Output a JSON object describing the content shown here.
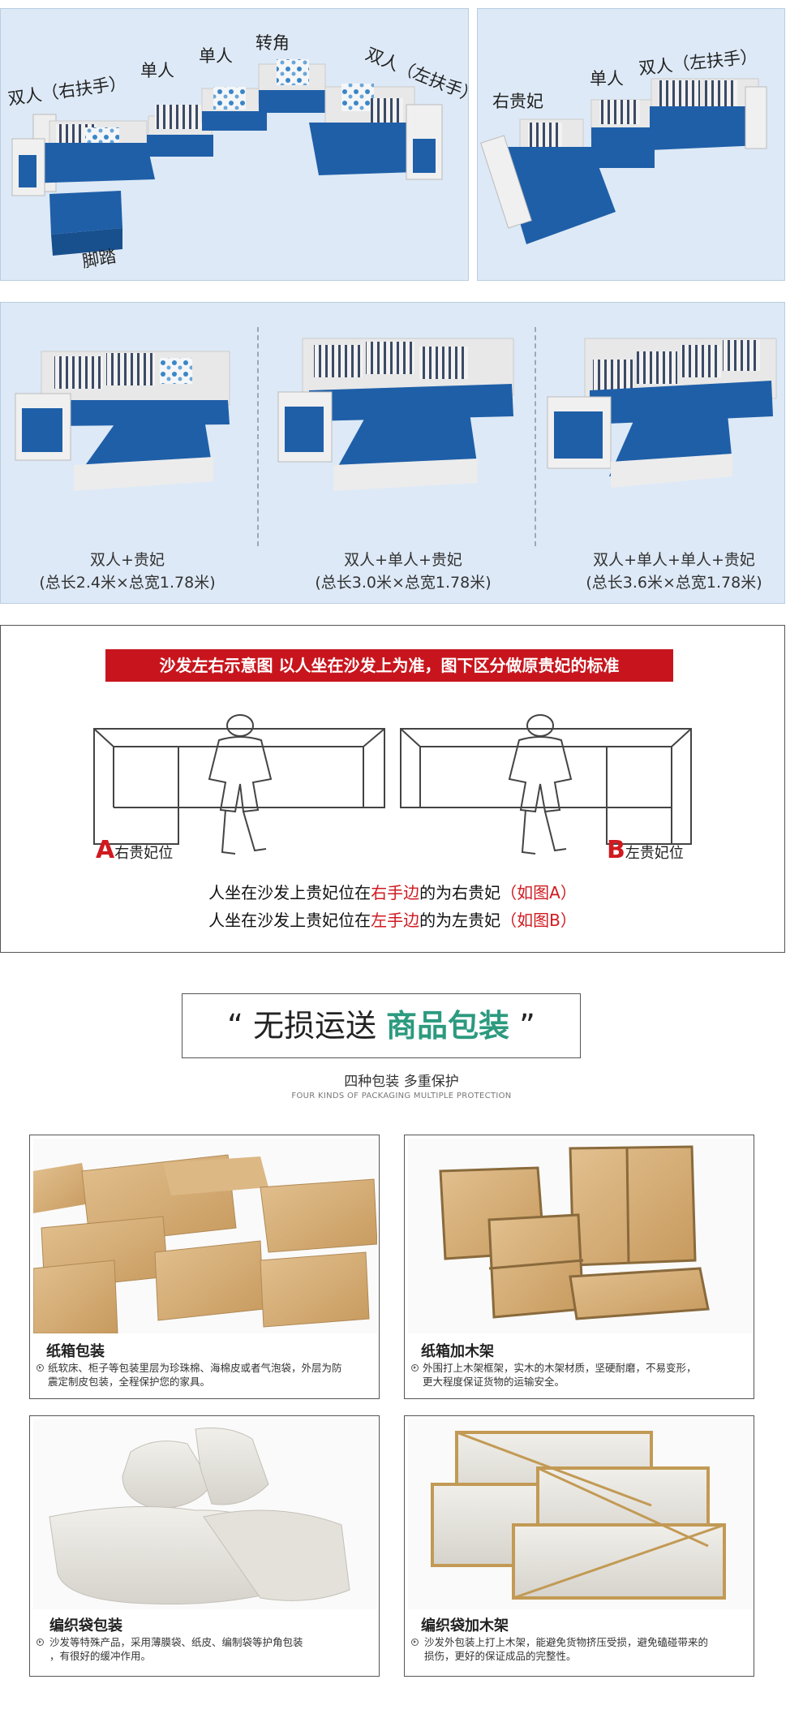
{
  "modules": {
    "panel1": {
      "double_right_arm": "双人（右扶手）",
      "single1": "单人",
      "single2": "单人",
      "corner": "转角",
      "double_left_arm": "双人（左扶手）",
      "footstool": "脚踏"
    },
    "panel2": {
      "right_chaise": "右贵妃",
      "single": "单人",
      "double_left_arm": "双人（左扶手）"
    }
  },
  "combos": [
    {
      "name": "双人+贵妃",
      "size": "(总长2.4米×总宽1.78米)"
    },
    {
      "name": "双人+单人+贵妃",
      "size": "(总长3.0米×总宽1.78米)"
    },
    {
      "name": "双人+单人+单人+贵妃",
      "size": "(总长3.6米×总宽1.78米)"
    }
  ],
  "diagram": {
    "banner": "沙发左右示意图  以人坐在沙发上为准，图下区分做原贵妃的标准",
    "pos_a_letter": "A",
    "pos_a_text": "右贵妃位",
    "pos_b_letter": "B",
    "pos_b_text": "左贵妃位",
    "note1_pre": "人坐在沙发上贵妃位在",
    "note1_red": "右手边",
    "note1_post": "的为右贵妃",
    "note1_tag": "（如图A）",
    "note2_pre": "人坐在沙发上贵妃位在",
    "note2_red": "左手边",
    "note2_post": "的为左贵妃",
    "note2_tag": "（如图B）"
  },
  "packaging": {
    "title_open": "“ 无损运送 ",
    "title_highlight": "商品包装",
    "title_close": " ”",
    "subtitle_cn": "四种包装 多重保护",
    "subtitle_en": "FOUR KINDS OF PACKAGING MULTIPLE PROTECTION",
    "cards": [
      {
        "title": "纸箱包装",
        "desc1": "纸软床、柜子等包装里层为珍珠棉、海棉皮或者气泡袋，外层为防",
        "desc2": "震定制皮包装，全程保护您的家具。"
      },
      {
        "title": "纸箱加木架",
        "desc1": "外围打上木架框架，实木的木架材质，坚硬耐磨，不易变形，",
        "desc2": "更大程度保证货物的运输安全。"
      },
      {
        "title": "编织袋包装",
        "desc1": "沙发等特殊产品，采用薄膜袋、纸皮、编制袋等护角包装",
        "desc2": "，有很好的缓冲作用。"
      },
      {
        "title": "编织袋加木架",
        "desc1": "沙发外包装上打上木架，能避免货物挤压受损，避免磕碰带来的",
        "desc2": "损伤，更好的保证成品的完整性。"
      }
    ]
  },
  "colors": {
    "sofa_blue": "#1f5fa8",
    "frame_white": "#eeeeee",
    "accent_red": "#c8151d",
    "accent_green": "#2c9a7f",
    "cardboard": "#d7b07a"
  }
}
